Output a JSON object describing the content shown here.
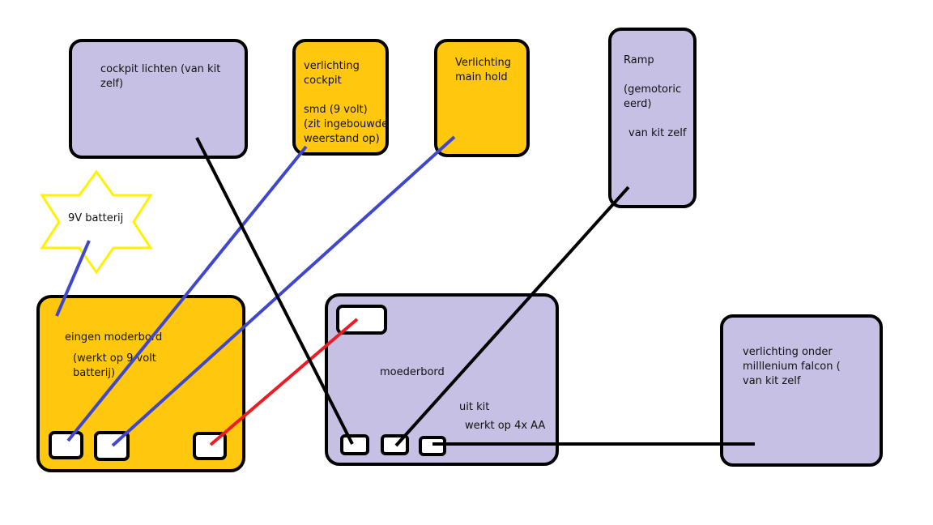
{
  "colors": {
    "lavender": "#c6c1e4",
    "orange": "#ffc80f",
    "outline": "#000000",
    "wire_black": "#000000",
    "wire_blue": "#3f48cc",
    "wire_red": "#ed1c24",
    "star_fill": "#ffffff",
    "star_outline": "#fff200"
  },
  "boxes": {
    "cockpit_lichten": {
      "lines": [
        "cockpit lichten (van kit",
        "zelf)"
      ]
    },
    "verlichting_cockpit": {
      "lines": [
        "verlichting",
        "cockpit",
        "",
        "smd (9 volt)",
        "(zit ingebouwde",
        "weerstand op)"
      ]
    },
    "verlichting_main_hold": {
      "lines": [
        "Verlichting",
        "main hold"
      ]
    },
    "ramp": {
      "lines": [
        "Ramp",
        "",
        "(gemotoric",
        "eerd)",
        "",
        "van kit zelf"
      ]
    },
    "eigen_moederbord": {
      "lines": [
        "eingen moderbord",
        "(werkt op 9 volt",
        "batterij)"
      ]
    },
    "moederbord": {
      "lines": [
        "moederbord",
        "uit kit",
        "werkt op 4x AA"
      ]
    },
    "verlichting_onder": {
      "lines": [
        "verlichting onder",
        "milllenium falcon (",
        "van kit zelf"
      ]
    }
  },
  "battery": {
    "label": "9V batterij"
  }
}
